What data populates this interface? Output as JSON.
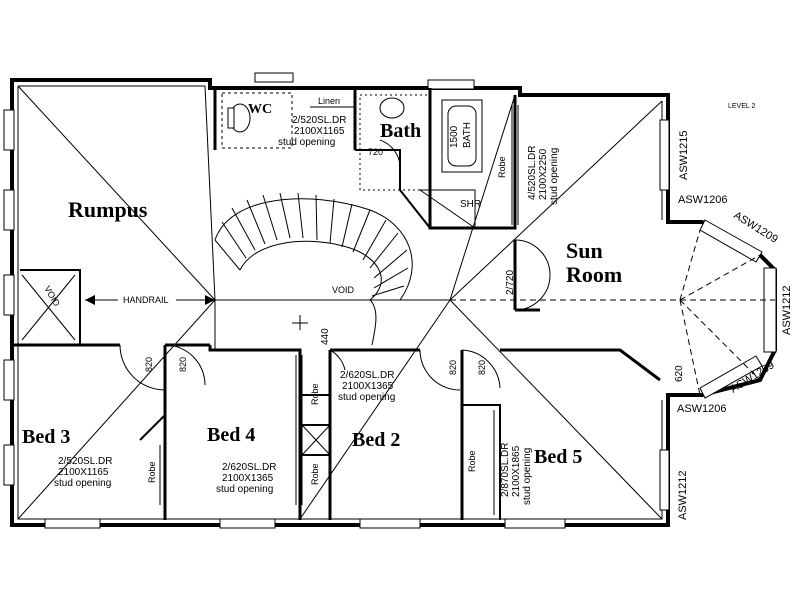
{
  "level": "LEVEL 2",
  "rooms": {
    "rumpus": "Rumpus",
    "bath": "Bath",
    "wc": "WC",
    "sun_room_line1": "Sun",
    "sun_room_line2": "Room",
    "bed3": "Bed 3",
    "bed4": "Bed 4",
    "bed2": "Bed 2",
    "bed5": "Bed 5"
  },
  "labels": {
    "linen": "Linen",
    "bath_tub_size": "1500",
    "bath_tub_label": "BATH",
    "shower": "SHR",
    "handrail": "HANDRAIL",
    "void_stair": "VOID",
    "void_left": "VOID",
    "robe_bath": "Robe",
    "robe_bed4": "Robe",
    "robe_bed2": "Robe",
    "robe_bed3": "Robe",
    "robe_bed5": "Robe",
    "door_bath": "720",
    "door_sun": "2/720",
    "door_bed3a": "820",
    "door_bed3b": "820",
    "door_bed2a": "820",
    "door_bed2b": "820",
    "door_stair": "440",
    "door_sunside": "620"
  },
  "wardrobe_notes": {
    "bath_l1": "2/520SL.DR",
    "bath_l2": "2100X1165",
    "bath_l3": "stud opening",
    "sun_l1": "4/520SL.DR",
    "sun_l2": "2100X2250",
    "sun_l3": "stud opening",
    "bed2_l1": "2/620SL.DR",
    "bed2_l2": "2100X1365",
    "bed2_l3": "stud opening",
    "bed3_l1": "2/520SL.DR",
    "bed3_l2": "2100X1165",
    "bed3_l3": "stud opening",
    "bed4_l1": "2/620SL.DR",
    "bed4_l2": "2100X1365",
    "bed4_l3": "stud opening",
    "bed5_l1": "2/870SL.DR",
    "bed5_l2": "2100X1865",
    "bed5_l3": "stud opening"
  },
  "windows": {
    "w_top_right": "ASW1215",
    "w_bay_1": "ASW1206",
    "w_bay_2": "ASW1209",
    "w_bay_3": "ASW1212",
    "w_bay_4": "ASW1209",
    "w_bay_5": "ASW1206",
    "w_bottom_right": "ASW1212"
  }
}
